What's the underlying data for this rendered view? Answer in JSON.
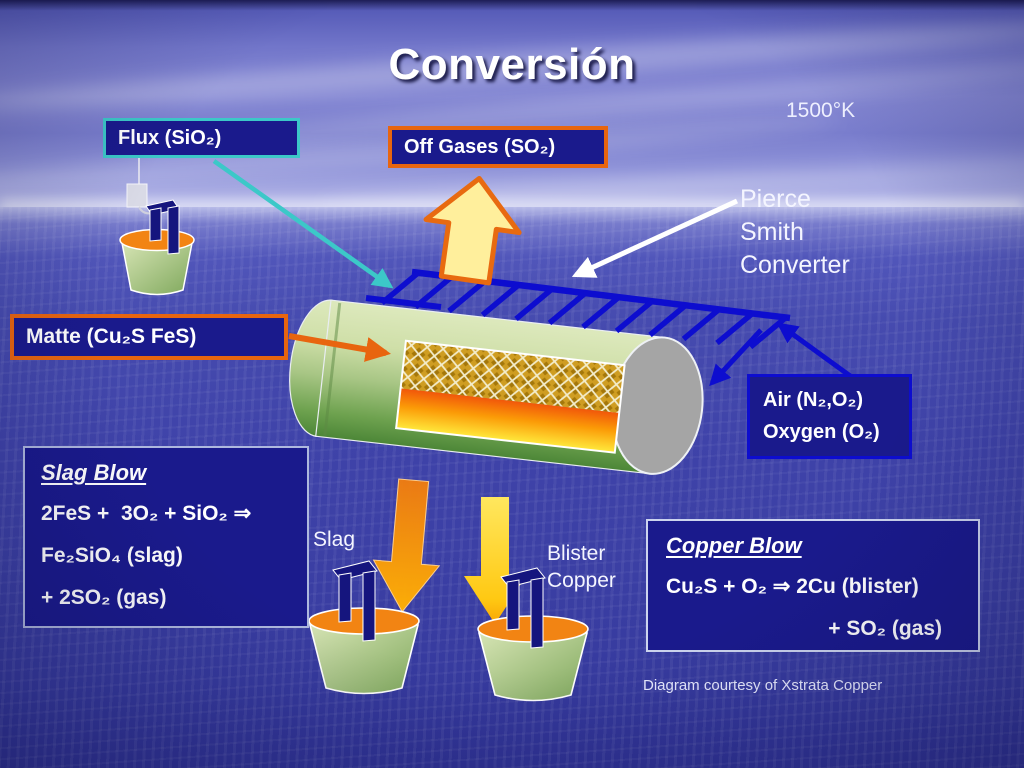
{
  "slide": {
    "title": "Conversión",
    "temperature": "1500°K",
    "converter_name": {
      "line1": "Pierce",
      "line2": "Smith",
      "line3": "Converter"
    },
    "credit": "Diagram courtesy of Xstrata Copper"
  },
  "boxes": {
    "flux": "Flux (SiO₂)",
    "off_gases": "Off Gases (SO₂)",
    "matte": "Matte (Cu₂S FeS)",
    "air_line1": "Air (N₂,O₂)",
    "air_line2": "Oxygen (O₂)"
  },
  "flow_labels": {
    "slag": "Slag",
    "blister_line1": "Blister",
    "blister_line2": "Copper"
  },
  "slag_blow": {
    "title": "Slag Blow",
    "eq1": "2FeS +  3O₂ + SiO₂ ⇒",
    "eq2": "Fe₂SiO₄ (slag)",
    "eq3": "+ 2SO₂ (gas)"
  },
  "copper_blow": {
    "title": "Copper Blow",
    "eq1": "Cu₂S + O₂ ⇒ 2Cu (blister)",
    "eq2": "+ SO₂ (gas)"
  },
  "colors": {
    "box_navy": "#1a1a8c",
    "accent_orange": "#e8650f",
    "accent_teal": "#3cc8c8",
    "accent_blue": "#0d0dcf",
    "offgas_arrow_yellow": "#ffef9c",
    "converter_green": "#a8c685",
    "end_cap_gray": "#a5a5a5"
  }
}
